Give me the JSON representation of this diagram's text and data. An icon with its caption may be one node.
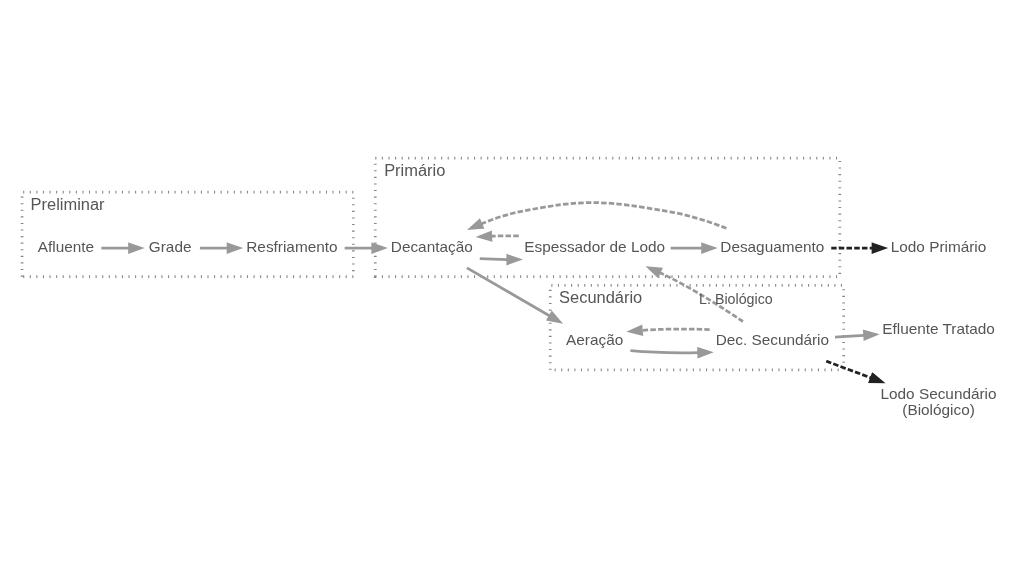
{
  "diagram": {
    "nodes": [
      {
        "text": [
          "Preliminar"
        ]
      },
      {
        "text": [
          "Afluente"
        ],
        "in": 0
      },
      {
        "text": [
          "Grade"
        ],
        "in": 0
      },
      {
        "text": [
          "Resfriamento"
        ],
        "in": 0
      },
      {
        "text": [
          "Primário"
        ]
      },
      {
        "text": [
          "Decantação"
        ],
        "in": 4
      },
      {
        "text": [
          "Espessador de Lodo"
        ],
        "in": 4
      },
      {
        "text": [
          "Desaguamento"
        ],
        "in": 4
      },
      {
        "text": [
          "Secundário"
        ]
      },
      {
        "text": [
          "Aeração"
        ],
        "in": 8
      },
      {
        "text": [
          "Dec. Secundário"
        ],
        "in": 8
      },
      {
        "text": [
          "Efluente Tratado"
        ]
      },
      {
        "text": [
          "Lodo Primário"
        ]
      },
      {
        "text": [
          "Lodo Secundário",
          "(Biológico)"
        ]
      }
    ],
    "edges": [
      {
        "from": 1,
        "to": 2,
        "arrow": "to"
      },
      {
        "from": 2,
        "to": 3,
        "arrow": "to"
      },
      {
        "from": 3,
        "to": 5,
        "arrow": "to"
      },
      {
        "from": 5,
        "to": 9,
        "arrow": "to"
      },
      {
        "from": 9,
        "to": 10,
        "arrow": "to"
      },
      {
        "from": 10,
        "to": 11,
        "arrow": "to"
      },
      {
        "from": 5,
        "to": 6,
        "arrow": "to"
      },
      {
        "from": 6,
        "to": 7,
        "arrow": "to"
      },
      {
        "from": 10,
        "to": 6,
        "arrow": "to",
        "style": "dashed",
        "label": "L. Biológico"
      },
      {
        "from": 10,
        "to": 9,
        "arrow": "to",
        "style": "dashed"
      },
      {
        "from": 6,
        "to": 5,
        "arrow": "to",
        "style": "dashed"
      },
      {
        "from": 7,
        "to": 5,
        "arrow": "to",
        "style": "dashed"
      },
      {
        "from": 7,
        "to": 12,
        "arrow": "to",
        "style": "dashed",
        "color": "#222222"
      },
      {
        "from": 10,
        "to": 13,
        "arrow": "to",
        "style": "dashed",
        "color": "#222222"
      }
    ]
  }
}
